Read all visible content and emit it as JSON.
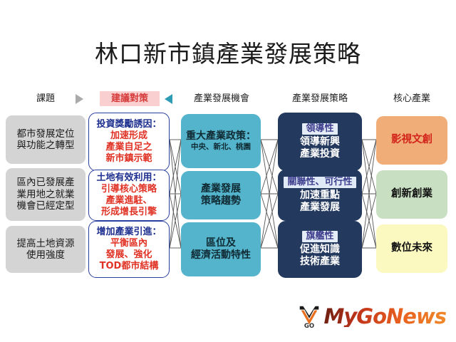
{
  "slide": {
    "title": "林口新市鎮產業發展策略",
    "background_color": "#ffffff"
  },
  "headers": [
    {
      "label": "課題",
      "name": "header-issues"
    },
    {
      "label": "建議對策",
      "name": "header-suggested-measures",
      "highlight": true,
      "highlight_bg": "#f9cfcf",
      "text_color": "#d63a3a"
    },
    {
      "label": "產業發展機會",
      "name": "header-industry-opportunity"
    },
    {
      "label": "產業發展策略",
      "name": "header-industry-strategy"
    },
    {
      "label": "核心產業",
      "name": "header-core-industry"
    }
  ],
  "arrows": {
    "right_arrow_color": "#aaaaaa",
    "left_arrow_color": "#2f9cb5"
  },
  "columns": {
    "issues": {
      "color": "#d4d4d4",
      "items": [
        {
          "line1": "都市發展定位",
          "line2": "與功能之轉型",
          "line3": ""
        },
        {
          "line1": "區內已發展產",
          "line2": "業用地之就業",
          "line3": "機會已經定型"
        },
        {
          "line1": "提高土地資源",
          "line2": "使用強度",
          "line3": ""
        }
      ]
    },
    "measures": {
      "border_color": "#2b3f9e",
      "head_color": "#1d2f8f",
      "body_color": "#e03225",
      "items": [
        {
          "head": "投資獎勵誘因：",
          "line1": "加速形成",
          "line2": "產業自足之",
          "line3": "新市鎮示範"
        },
        {
          "head": "土地有效利用：",
          "line1": "引導核心策略",
          "line2": "產業進駐、",
          "line3": "形成增長引擎"
        },
        {
          "head": "增加產業引進：",
          "line1": "平衡區內",
          "line2": "發展、強化",
          "line3": "TOD都市結構"
        }
      ]
    },
    "opportunity": {
      "color": "#54b4cc",
      "items": [
        {
          "line1": "重大產業政策：",
          "sub": "中央、新北、桃園"
        },
        {
          "line1": "產業發展",
          "line2": "策略趨勢"
        },
        {
          "line1": "區位及",
          "line2": "經濟活動特性"
        }
      ]
    },
    "strategy": {
      "color": "#24395e",
      "tag_bg": "#e3ecf7",
      "tag_color": "#3c3c8c",
      "items": [
        {
          "tag": "領導性",
          "line1": "領導新興",
          "line2": "產業投資"
        },
        {
          "tag": "關聯性、可行性",
          "line1": "加速重點",
          "line2": "產業發展"
        },
        {
          "tag": "旗艦性",
          "line1": "促進知識",
          "line2": "技術產業"
        }
      ]
    },
    "core": {
      "items": [
        {
          "label": "影視文創",
          "bg": "#f0ad78",
          "color": "#d3241b"
        },
        {
          "label": "創新創業",
          "bg": "#c8dfc2",
          "color": "#111111"
        },
        {
          "label": "數位未來",
          "bg": "#fbf9c0",
          "color": "#111111"
        }
      ]
    }
  },
  "connectors": {
    "line_color": "#555555",
    "description": "crossing lines between adjacent columns"
  },
  "watermark": {
    "text": "MyGoNews",
    "mark_label": "GO"
  }
}
